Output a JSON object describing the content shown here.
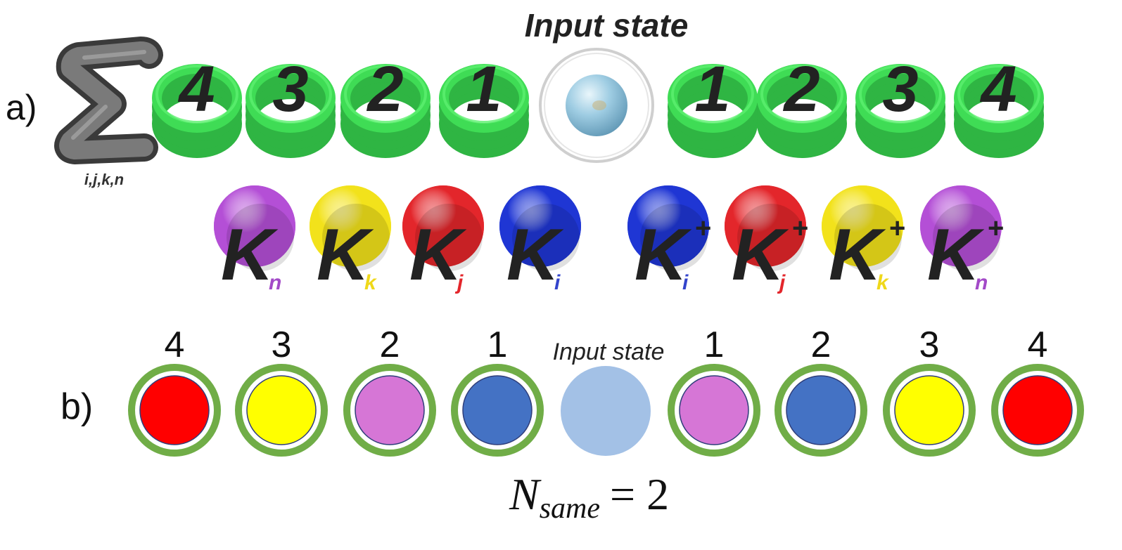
{
  "panel_a": {
    "label": "a)",
    "input_state_title": "Input state",
    "sum_subscript": "i,j,k,n",
    "ring_numbers_left": [
      "4",
      "3",
      "2",
      "1"
    ],
    "ring_numbers_right": [
      "1",
      "2",
      "3",
      "4"
    ],
    "operators": [
      {
        "symbol": "K",
        "sub": "n",
        "dagger": "",
        "color": "#b44fd6",
        "sub_color": "#a34ac8"
      },
      {
        "symbol": "K",
        "sub": "k",
        "dagger": "",
        "color": "#f2e21b",
        "sub_color": "#efd81a"
      },
      {
        "symbol": "K",
        "sub": "j",
        "dagger": "",
        "color": "#e3262b",
        "sub_color": "#e3262b"
      },
      {
        "symbol": "K",
        "sub": "i",
        "dagger": "",
        "color": "#1f36d4",
        "sub_color": "#3344cc"
      },
      {
        "symbol": "K",
        "sub": "i",
        "dagger": "+",
        "color": "#1f36d4",
        "sub_color": "#3344cc"
      },
      {
        "symbol": "K",
        "sub": "j",
        "dagger": "+",
        "color": "#e3262b",
        "sub_color": "#e3262b"
      },
      {
        "symbol": "K",
        "sub": "k",
        "dagger": "+",
        "color": "#f2e21b",
        "sub_color": "#efd81a"
      },
      {
        "symbol": "K",
        "sub": "n",
        "dagger": "+",
        "color": "#b44fd6",
        "sub_color": "#a34ac8"
      }
    ]
  },
  "panel_b": {
    "label": "b)",
    "input_state_label": "Input state",
    "numbers": [
      "4",
      "3",
      "2",
      "1",
      "1",
      "2",
      "3",
      "4"
    ],
    "circle_colors": [
      "#ff0000",
      "#ffff00",
      "#d676d6",
      "#4472c4",
      "#d676d6",
      "#4472c4",
      "#ffff00",
      "#ff0000"
    ],
    "input_color": "#a3c1e6",
    "ring_color": "#70ad47",
    "equation_main": "N",
    "equation_sub": "same",
    "equation_rhs": "= 2"
  }
}
